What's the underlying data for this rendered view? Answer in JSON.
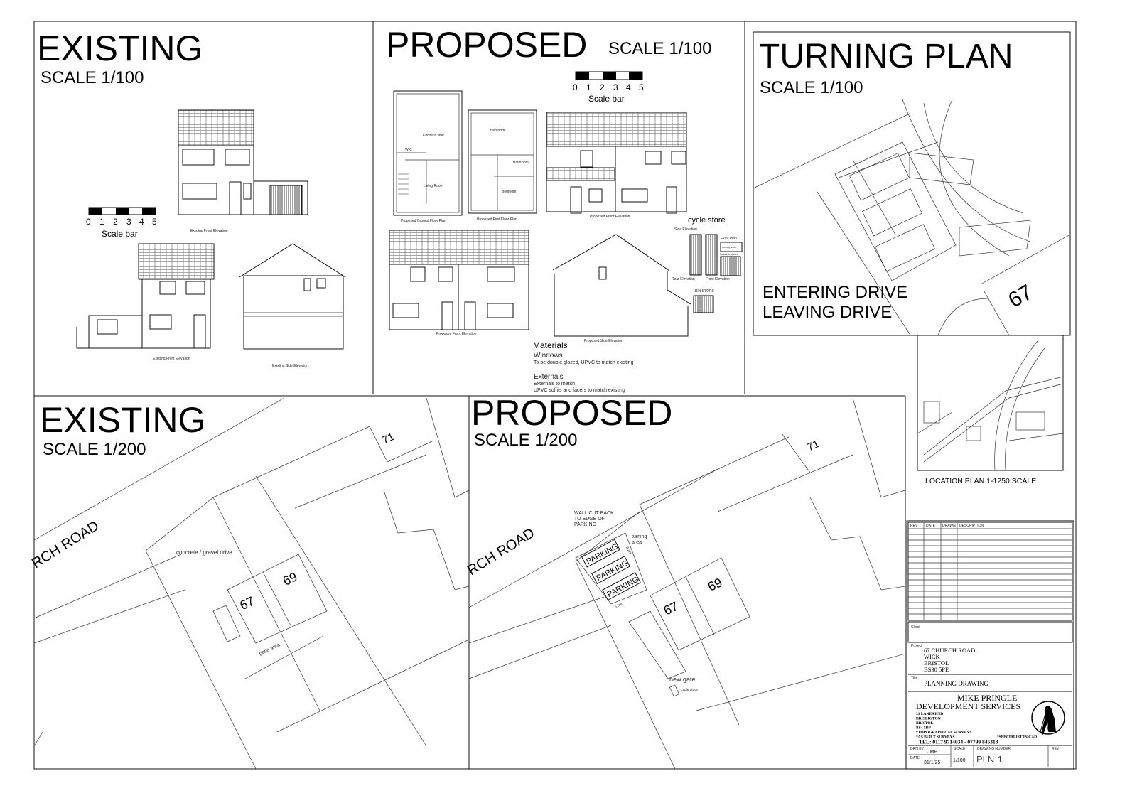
{
  "existing_elevations": {
    "title": "EXISTING",
    "scale": "SCALE 1/100",
    "scale_bar_ticks": [
      "0",
      "1",
      "2",
      "3",
      "4",
      "5"
    ],
    "scale_bar_label": "Scale bar",
    "labels": [
      "Existing Front Elevation",
      "Existing Front Elevation",
      "Existing Side Elevation"
    ]
  },
  "proposed_elevations": {
    "title": "PROPOSED",
    "scale": "SCALE 1/100",
    "scale_bar_ticks": [
      "0",
      "1",
      "2",
      "3",
      "4",
      "5"
    ],
    "scale_bar_label": "Scale bar",
    "rooms": [
      "Kitchen/Diner",
      "W/C",
      "Living Room",
      "Bedroom",
      "Bathroom",
      "Bedroom"
    ],
    "labels": [
      "Proposed Ground Floor Plan",
      "Proposed First Floor Plan",
      "Proposed Front Elevation",
      "Proposed Front Elevation",
      "Proposed Side Elevation"
    ],
    "cycle_store": {
      "title": "cycle store",
      "side_elevation": "Side Elevation",
      "floor_plan": "Floor Plan",
      "shelving": "shelving above",
      "lockable_doors": "lockable doors",
      "rear_elevation": "Rear Elevation",
      "front_elevation": "Front Elevation"
    },
    "bin_store": "BIN STORE",
    "materials": {
      "heading": "Materials",
      "windows_heading": "Windows",
      "windows_text": "To be double glazed, UPVC to match existing",
      "externals_heading": "Externals",
      "externals_line1": "Externals to match",
      "externals_line2": "UPVC soffits and facers to match existing"
    }
  },
  "turning_plan": {
    "title": "TURNING PLAN",
    "scale": "SCALE 1/100",
    "entering": "ENTERING DRIVE",
    "leaving": "LEAVING DRIVE",
    "house_number": "67"
  },
  "location_plan": {
    "label": "LOCATION PLAN 1-1250 SCALE"
  },
  "existing_site": {
    "title": "EXISTING",
    "scale": "SCALE 1/200",
    "road": "RCH ROAD",
    "drive": "concrete / gravel drive",
    "patio": "patio area",
    "numbers": [
      "67",
      "69",
      "71"
    ]
  },
  "proposed_site": {
    "title": "PROPOSED",
    "scale": "SCALE 1/200",
    "road": "RCH ROAD",
    "wall_note": [
      "WALL CUT BACK",
      "TO EDGE OF",
      "PARKING"
    ],
    "turning_area": [
      "turning",
      "area"
    ],
    "parking": "PARKING",
    "dim_width": "3.2m",
    "dim_length": "5.5m",
    "new_gate": "new gate",
    "cycle_store": "cycle store",
    "numbers": [
      "67",
      "69",
      "71"
    ]
  },
  "title_block": {
    "rev_headers": [
      "REV",
      "DATE",
      "DRAWN",
      "DESCRIPTION"
    ],
    "client_label": "Client",
    "project_label": "Project",
    "project_lines": [
      "67  CHURCH ROAD",
      "WICK",
      "BRISTOL",
      "BS30  5PE"
    ],
    "title_label": "Title",
    "title": "PLANNING  DRAWING",
    "company_line1": "MIKE  PRINGLE",
    "company_line2": "DEVELOPMENT  SERVICES",
    "address": [
      "31 LANES END",
      "BRISLIGTON",
      "BRISTOL",
      "BS4 5DP"
    ],
    "services": [
      "*TOPOGRAPHICAL SURVEYS",
      "*AS BUILT SURVEYS",
      "*SPECIALIST IN CAD"
    ],
    "tel": "TEL: 0117 9714034  -  07799 845313",
    "drn_by_label": "DRN BY",
    "drn_by": "JMP",
    "date_label": "DATE",
    "date": "31/1/25",
    "scale_label": "SCALE",
    "scale": "1/100",
    "drawing_number_label": "DRAWING NUMBER",
    "drawing_number": "PLN-1",
    "rev_label": "REV"
  }
}
